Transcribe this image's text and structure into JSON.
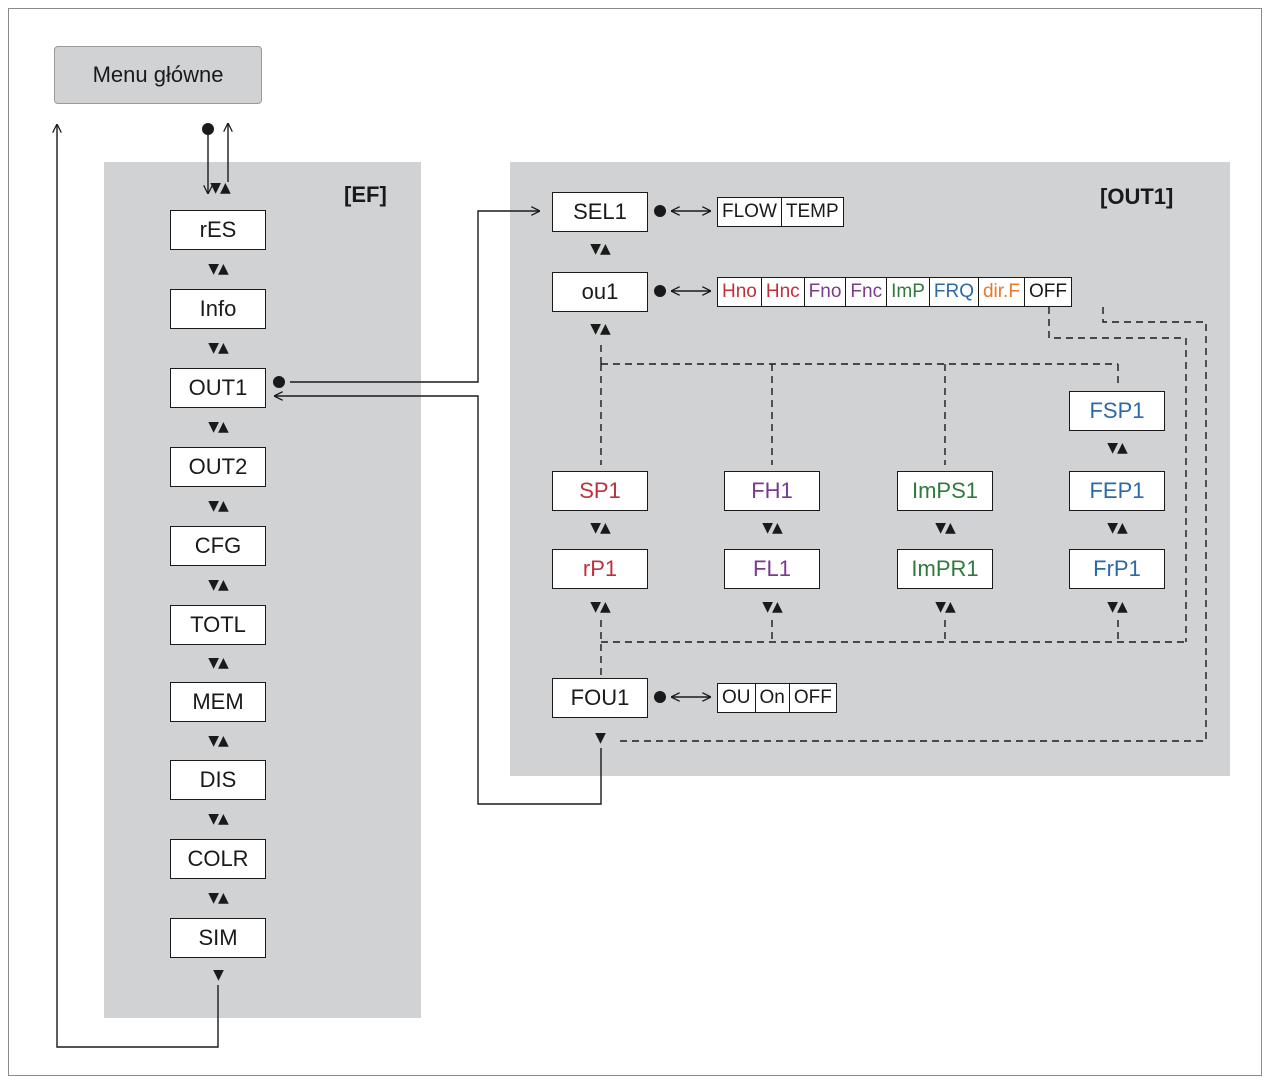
{
  "colors": {
    "panel": "#d1d2d4",
    "red": "#c0303c",
    "purple": "#7b3a8e",
    "green": "#2f7a3c",
    "blue": "#2a6aa8",
    "orange": "#e8782a",
    "black": "#1a1a1a"
  },
  "menu_main": "Menu główne",
  "ef": {
    "title": "[EF]",
    "items": [
      "rES",
      "Info",
      "OUT1",
      "OUT2",
      "CFG",
      "TOTL",
      "MEM",
      "DIS",
      "COLR",
      "SIM"
    ]
  },
  "out1": {
    "title": "[OUT1]",
    "sel1": {
      "label": "SEL1",
      "options": [
        "FLOW",
        "TEMP"
      ]
    },
    "ou1": {
      "label": "ou1",
      "options": [
        {
          "text": "Hno",
          "color": "red"
        },
        {
          "text": "Hnc",
          "color": "red"
        },
        {
          "text": "Fno",
          "color": "purple"
        },
        {
          "text": "Fnc",
          "color": "purple"
        },
        {
          "text": "ImP",
          "color": "green"
        },
        {
          "text": "FRQ",
          "color": "blue"
        },
        {
          "text": "dir.F",
          "color": "orange"
        },
        {
          "text": "OFF",
          "color": "black"
        }
      ]
    },
    "columns": [
      {
        "items": [
          "SP1",
          "rP1"
        ],
        "color": "red"
      },
      {
        "items": [
          "FH1",
          "FL1"
        ],
        "color": "purple"
      },
      {
        "items": [
          "ImPS1",
          "ImPR1"
        ],
        "color": "green"
      },
      {
        "items": [
          "FSP1",
          "FEP1",
          "FrP1"
        ],
        "color": "blue"
      }
    ],
    "fou1": {
      "label": "FOU1",
      "options": [
        "OU",
        "On",
        "OFF"
      ]
    }
  },
  "glyphs": {
    "updown": "▼▲",
    "down": "▼",
    "dot": "●",
    "dblarrow": "<->"
  }
}
